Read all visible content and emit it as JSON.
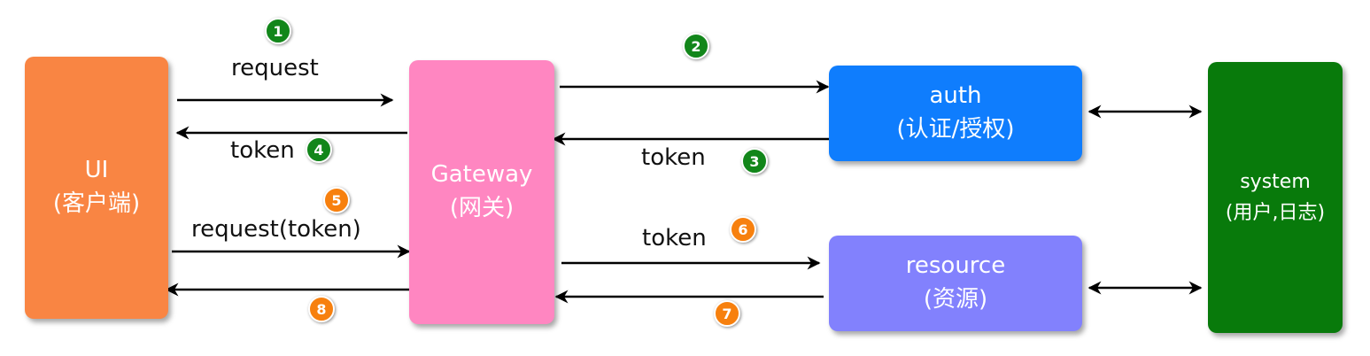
{
  "colors": {
    "client": "#f98543",
    "gateway": "#ff86c1",
    "auth": "#0f7dfd",
    "resource": "#8281fd",
    "system": "#087a0b",
    "badge_green": "#12861a",
    "badge_orange": "#f7800e"
  },
  "nodes": {
    "ui": {
      "title": "UI",
      "subtitle": "(客户端)"
    },
    "gateway": {
      "title": "Gateway",
      "subtitle": "(网关)"
    },
    "auth": {
      "title": "auth",
      "subtitle": "(认证/授权)"
    },
    "resource": {
      "title": "resource",
      "subtitle": "(资源)"
    },
    "system": {
      "title": "system",
      "subtitle": "(用户,日志)"
    }
  },
  "edge_labels": {
    "request": "request",
    "token_return_ui": "token",
    "token_from_auth": "token",
    "request_token": "request(token)",
    "token_to_resource": "token"
  },
  "steps": [
    {
      "number": "1",
      "color": "green"
    },
    {
      "number": "2",
      "color": "green"
    },
    {
      "number": "3",
      "color": "green"
    },
    {
      "number": "4",
      "color": "green"
    },
    {
      "number": "5",
      "color": "orange"
    },
    {
      "number": "6",
      "color": "orange"
    },
    {
      "number": "7",
      "color": "orange"
    },
    {
      "number": "8",
      "color": "orange"
    }
  ]
}
